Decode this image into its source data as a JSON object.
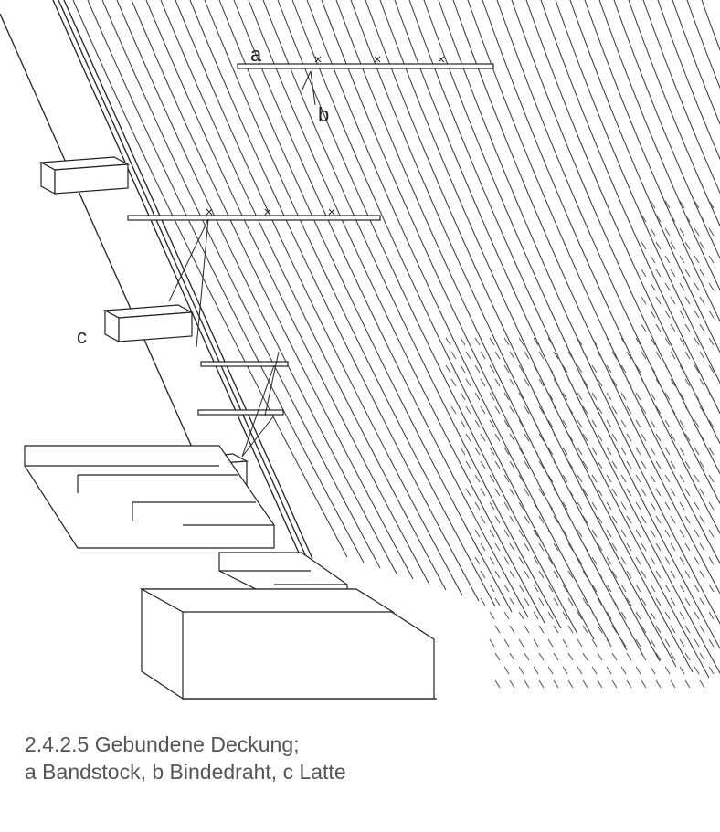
{
  "labels": {
    "a": "a",
    "b": "b",
    "c": "c"
  },
  "caption": {
    "line1": "2.4.2.5  Gebundene Deckung;",
    "line2": "a Bandstock, b Bindedraht, c Latte"
  },
  "colors": {
    "ink": "#222222",
    "caption": "#555555"
  }
}
